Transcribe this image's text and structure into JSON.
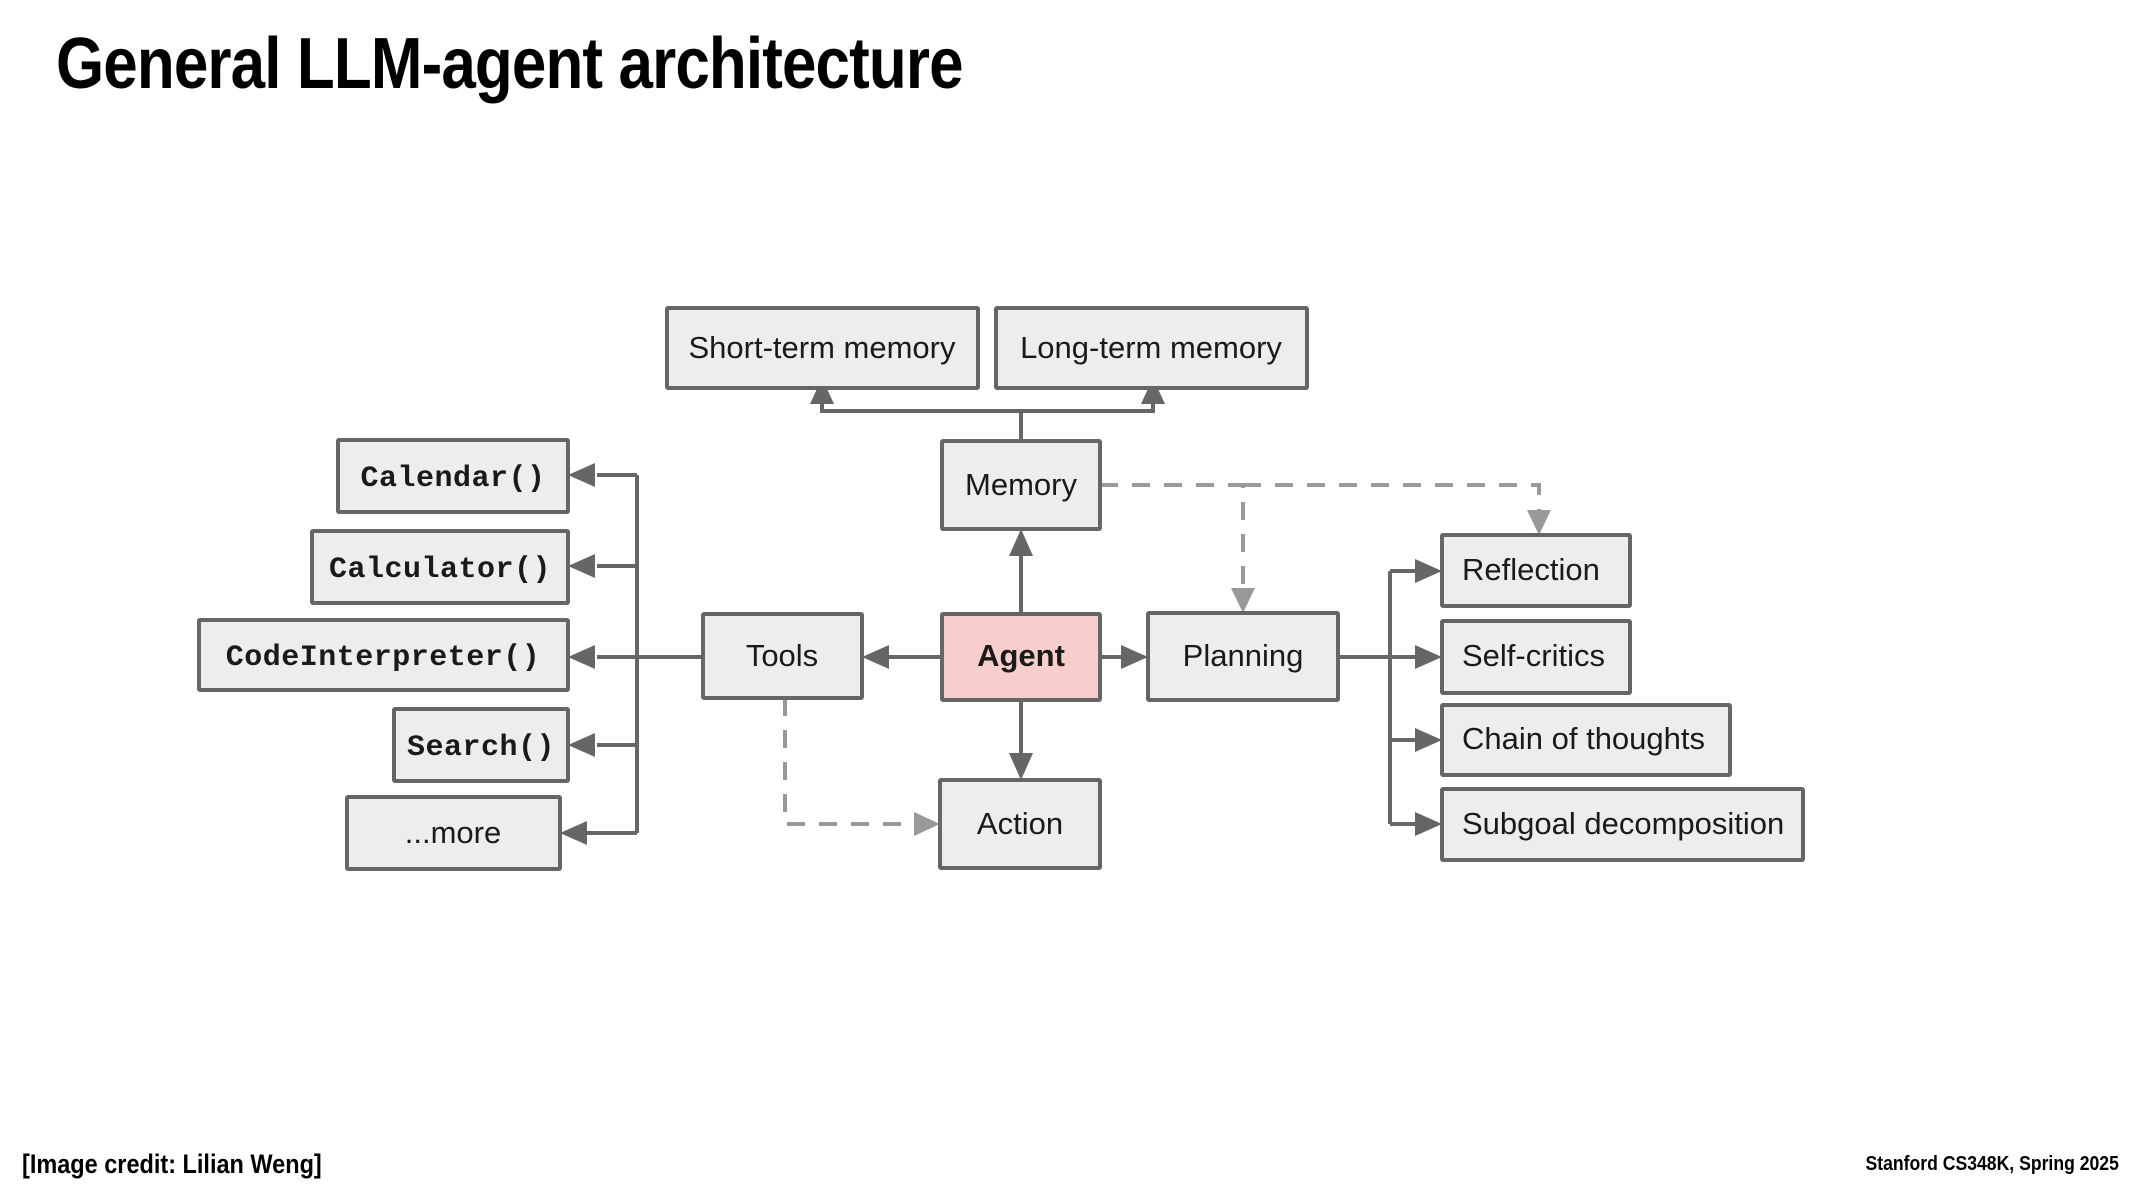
{
  "slide": {
    "title": "General LLM-agent architecture",
    "footer_left": "[Image credit: Lilian Weng]",
    "footer_right": "Stanford CS348K, Spring 2025",
    "background_color": "#ffffff"
  },
  "theme": {
    "box_fill": "#ededed",
    "box_stroke": "#666666",
    "accent_fill": "#f8cecc",
    "text_color": "#1a1a1a",
    "solid_edge_color": "#666666",
    "dashed_edge_color": "#999999"
  },
  "diagram": {
    "name": "llm-agent-architecture",
    "center": {
      "agent": "Agent",
      "memory": "Memory",
      "tools": "Tools",
      "planning": "Planning",
      "action": "Action"
    },
    "memory_types": [
      "Short-term memory",
      "Long-term memory"
    ],
    "tools_list": [
      "Calendar()",
      "Calculator()",
      "CodeInterpreter()",
      "Search()",
      "...more"
    ],
    "planning_list": [
      "Reflection",
      "Self-critics",
      "Chain of thoughts",
      "Subgoal decomposition"
    ]
  }
}
